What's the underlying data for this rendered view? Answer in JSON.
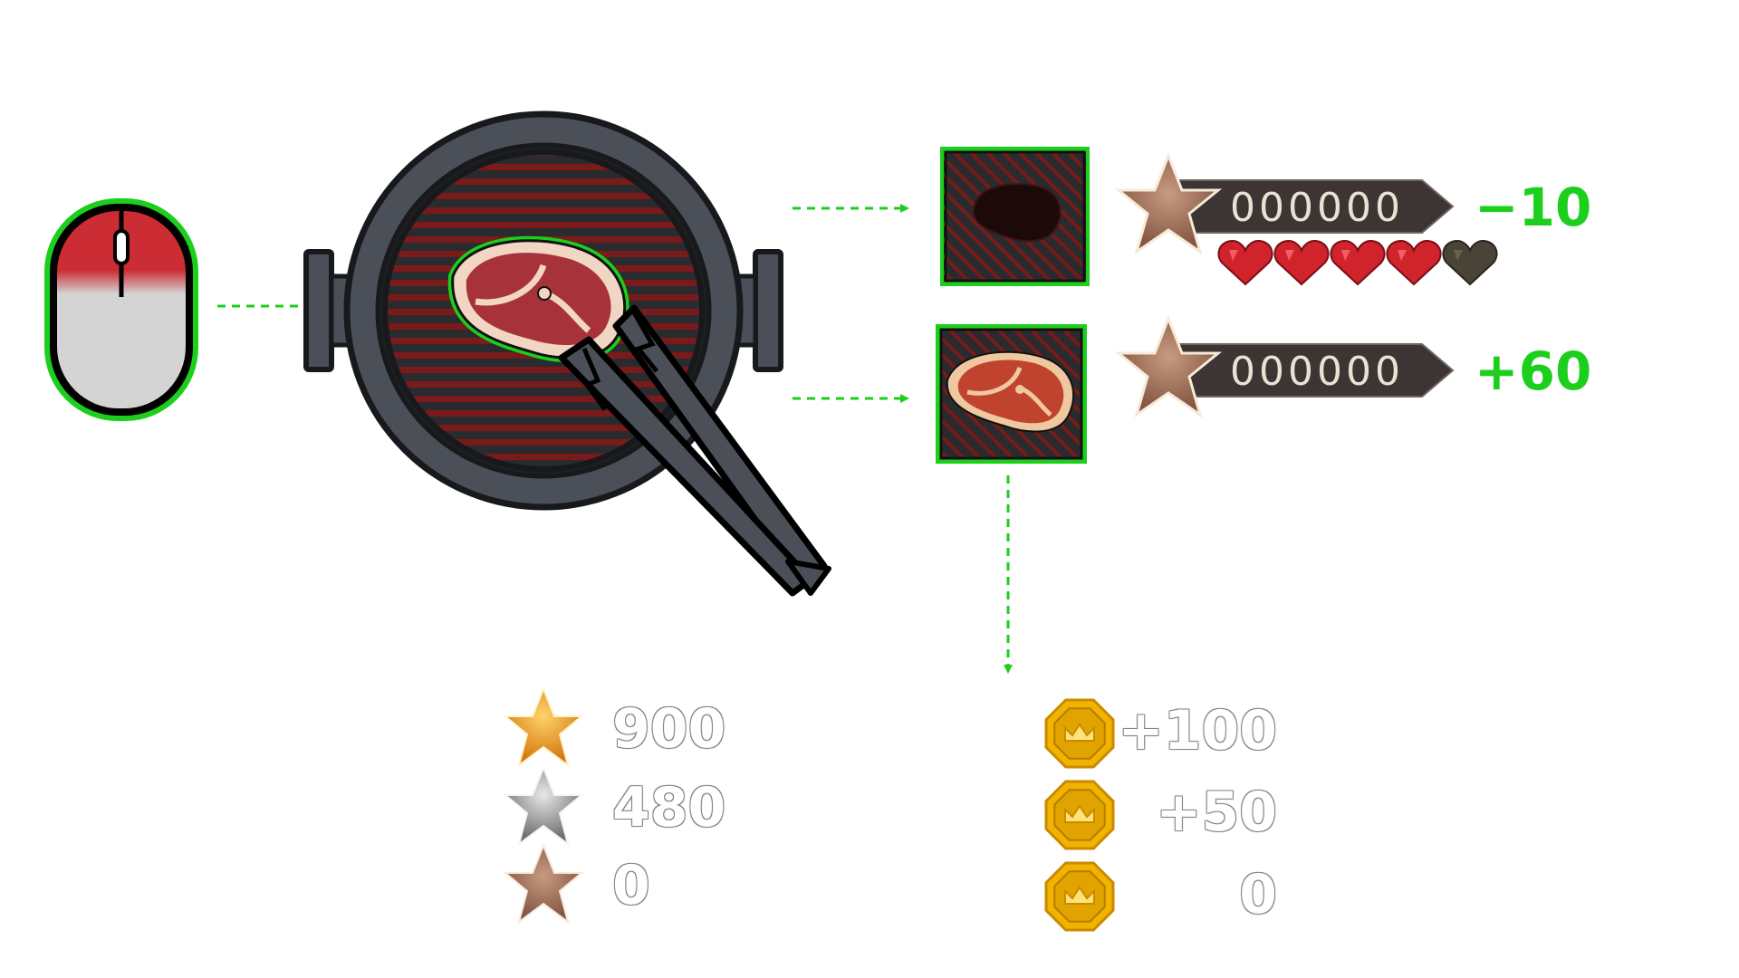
{
  "colors": {
    "highlight": "#1ccf1c",
    "grill_body": "#4b4f57",
    "grill_outline": "#17191c",
    "grate_bar": "#262626",
    "ember": "#8a1c1c",
    "steak_meat": "#a8323a",
    "steak_fat": "#f1d6c4",
    "burnt": "#1c0a0a",
    "counter_bg": "#3d3533",
    "heart_full": "#d0232c",
    "heart_empty": "#4a4438",
    "gold": "#f2b300",
    "silver": "#8c8c8c",
    "bronze": "#9b6b52"
  },
  "input": {
    "icon": "mouse-left-click-icon"
  },
  "outcomes": [
    {
      "name": "burnt",
      "icon": "burnt-steak-icon",
      "counter": "000000",
      "delta": "−10",
      "hearts": {
        "full": 4,
        "total": 5
      }
    },
    {
      "name": "cooked",
      "icon": "cooked-steak-icon",
      "counter": "000000",
      "delta": "+60"
    }
  ],
  "star_rewards": [
    {
      "tier": "gold",
      "icon": "gold-star-icon",
      "value": "900"
    },
    {
      "tier": "silver",
      "icon": "silver-star-icon",
      "value": "480"
    },
    {
      "tier": "bronze",
      "icon": "bronze-star-icon",
      "value": "0"
    }
  ],
  "coin_rewards": [
    {
      "icon": "crown-coin-icon",
      "value": "+100"
    },
    {
      "icon": "crown-coin-icon",
      "value": "+50"
    },
    {
      "icon": "crown-coin-icon",
      "value": "0"
    }
  ]
}
